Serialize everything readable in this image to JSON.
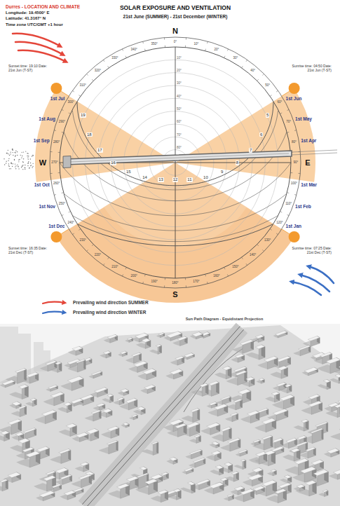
{
  "diagram": {
    "title": "SOLAR EXPOSURE AND VENTILATION",
    "caption": "Sun Path Diagram - Equidistant Projection",
    "labels": [
      "Durres - LOCATION AND CLIMATE",
      "Longitude: 19.4500° E",
      "Latitude: 41.3167° N",
      "Time zone UTC/GMT +1 hour",
      "21st June (SUMMER) - 21st December (WINTER)",
      "N",
      "E",
      "S",
      "W",
      "0°",
      "10°",
      "20°",
      "30°",
      "40°",
      "50°",
      "60°",
      "70°",
      "80°",
      "90°",
      "100°",
      "110°",
      "120°",
      "130°",
      "140°",
      "150°",
      "160°",
      "170°",
      "180°",
      "190°",
      "200°",
      "210°",
      "220°",
      "230°",
      "240°",
      "250°",
      "260°",
      "270°",
      "280°",
      "290°",
      "300°",
      "310°",
      "320°",
      "330°",
      "340°",
      "350°",
      "80°",
      "70°",
      "60°",
      "50°",
      "40°",
      "30°",
      "20°",
      "10°",
      "1st Jul",
      "1st Aug",
      "1st Sep",
      "1st Oct",
      "1st Nov",
      "1st Dec",
      "1st Jun",
      "1st May",
      "1st Apr",
      "1st Mar",
      "1st Feb",
      "1st Jan",
      "Sunset time: 19:10 Date: 21st Jun (T-ST)",
      "Sunrise time: 04:50 Date: 21st Jun (T-ST)",
      "Sunset time: 16:35 Date: 21st Dec (T-ST)",
      "Sunrise time: 07:25 Date: 21st Dec (T-ST)",
      "5",
      "6",
      "7",
      "8",
      "9",
      "10",
      "11",
      "12",
      "13",
      "14",
      "15",
      "16",
      "17",
      "18",
      "19"
    ],
    "legend": [
      {
        "text": "Prevailing wind direction SUMMER"
      },
      {
        "text": "Prevailing wind direction WINTER"
      }
    ]
  }
}
